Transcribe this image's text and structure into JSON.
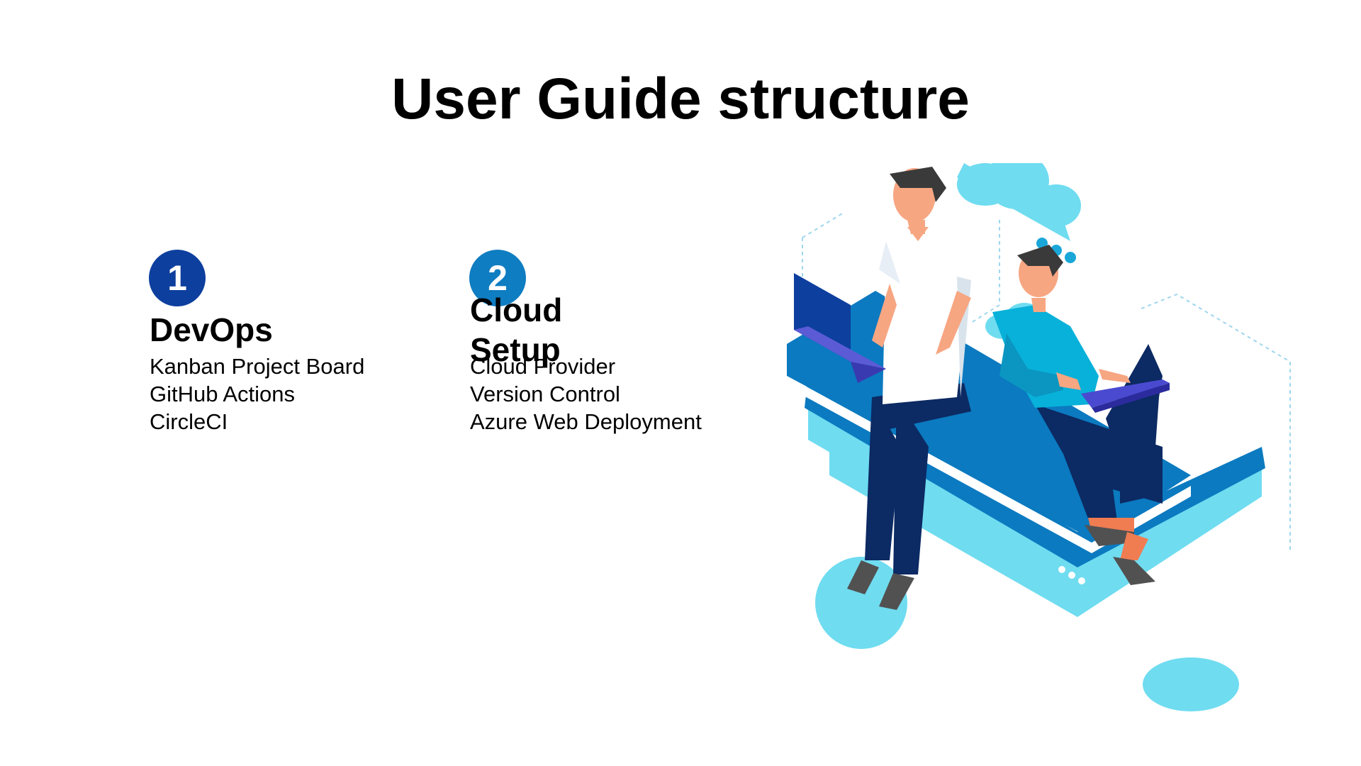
{
  "title": "User Guide structure",
  "sections": [
    {
      "number": "1",
      "heading": "DevOps",
      "items": [
        "Kanban Project Board",
        "GitHub Actions",
        "CircleCI"
      ]
    },
    {
      "number": "2",
      "heading": "Cloud Setup",
      "items": [
        "Cloud Provider",
        "Version Control",
        "Azure Web Deployment"
      ]
    }
  ],
  "colors": {
    "badge_1": "#0d3f9e",
    "badge_2": "#0f7dc1",
    "phone_blue": "#0b7ac0",
    "light_cyan": "#6fdcf0"
  }
}
